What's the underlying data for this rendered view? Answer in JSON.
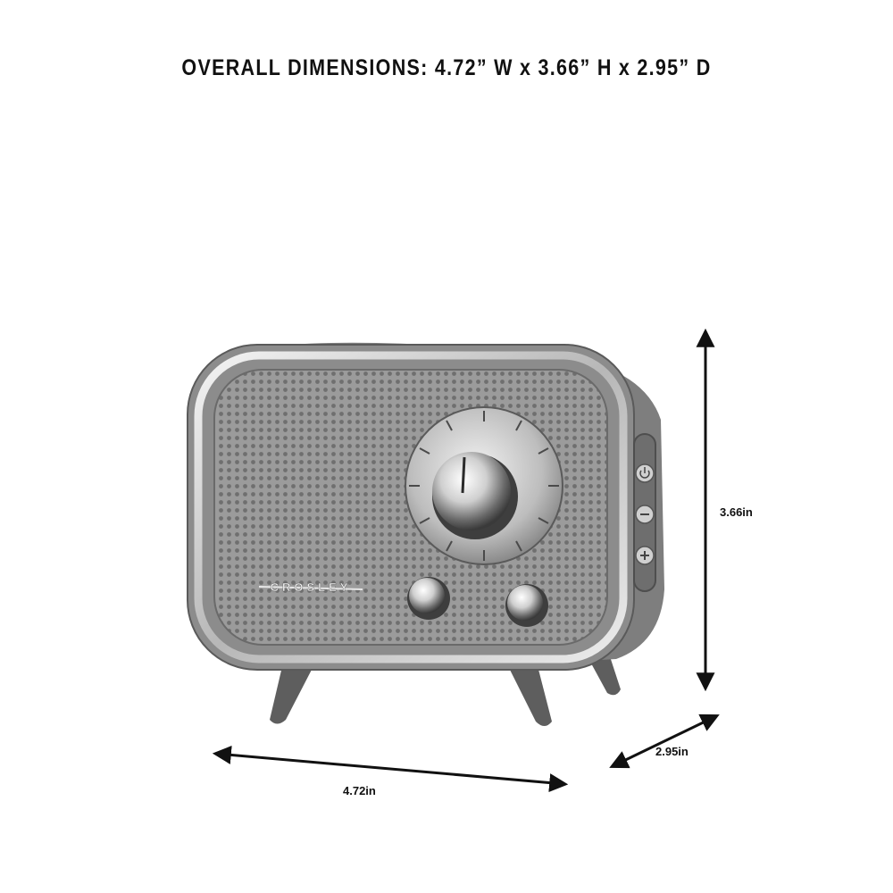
{
  "title": "OVERALL DIMENSIONS: 4.72” W x 3.66” H x 2.95” D",
  "dimensions": {
    "height_label": "3.66in",
    "depth_label": "2.95in",
    "width_label": "4.72in"
  },
  "product": {
    "brand": "CROSLEY",
    "side_buttons": [
      "power-icon",
      "minus-icon",
      "plus-icon"
    ]
  },
  "colors": {
    "body": "#8c8c8c",
    "grille": "#9a9a9a",
    "chrome": "#d9d9d9",
    "legs": "#5e5e5e"
  }
}
